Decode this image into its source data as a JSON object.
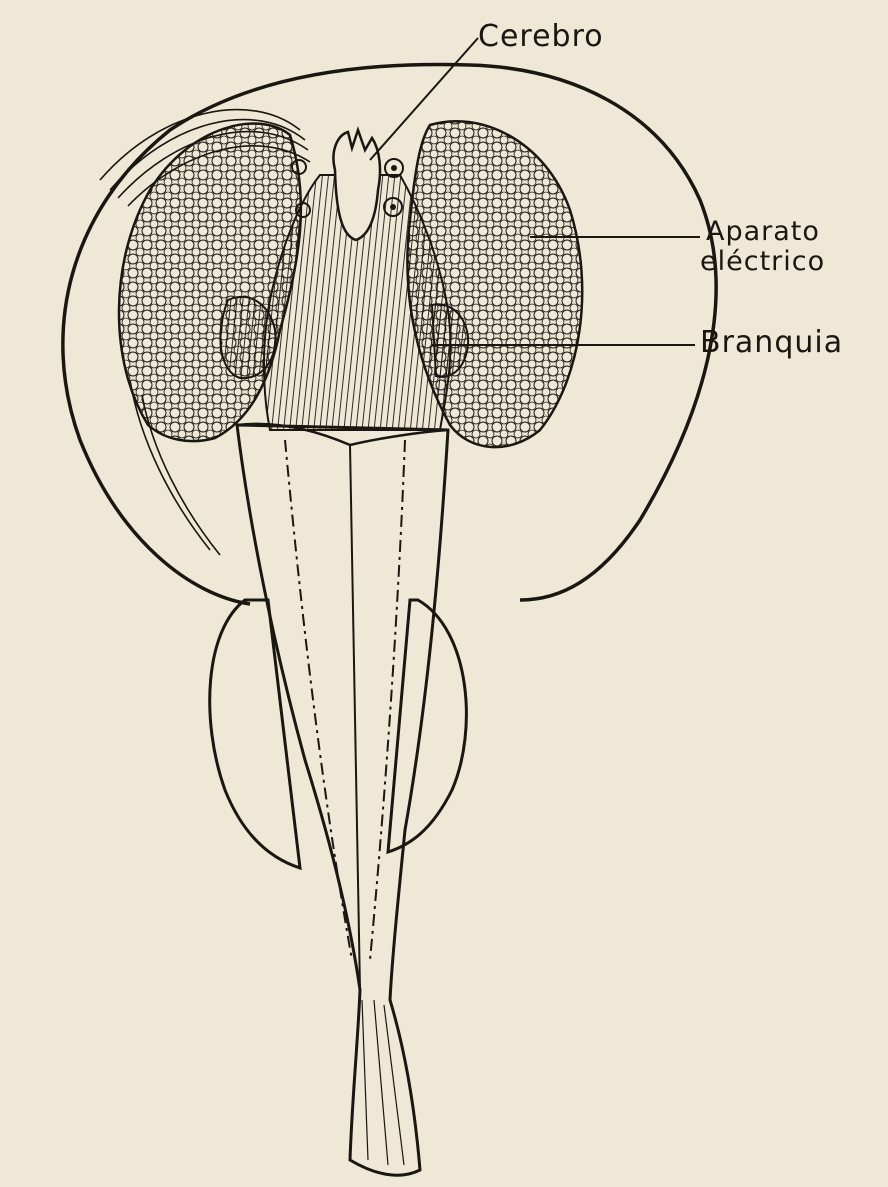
{
  "labels": {
    "cerebro": "Cerebro",
    "aparato_line1": "Aparato",
    "aparato_line2": "eléctrico",
    "branquia": "Branquia"
  },
  "colors": {
    "paper": "#efe8d6",
    "ink": "#1a1712"
  }
}
